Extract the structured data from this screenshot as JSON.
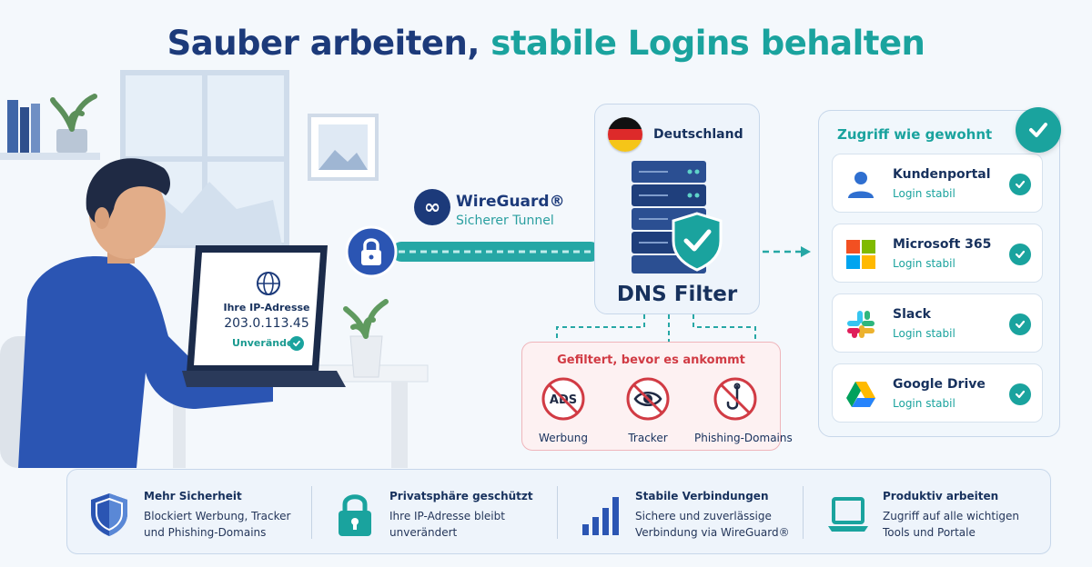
{
  "headline": {
    "part1": "Sauber arbeiten,",
    "part2": "stabile Logins behalten"
  },
  "laptop_screen": {
    "label": "Ihre IP-Adresse",
    "ip": "203.0.113.45",
    "status": "Unverändert"
  },
  "tunnel": {
    "brand": "WireGuard®",
    "subtitle": "Sicherer Tunnel"
  },
  "dns": {
    "country": "Deutschland",
    "title": "DNS Filter"
  },
  "filter": {
    "title": "Gefiltert, bevor es ankommt",
    "ads_text": "ADS",
    "items": [
      {
        "label": "Werbung",
        "icon": "ads-blocked-icon"
      },
      {
        "label": "Tracker",
        "icon": "tracker-blocked-icon"
      },
      {
        "label": "Phishing-Domains",
        "icon": "phishing-blocked-icon"
      }
    ]
  },
  "access": {
    "title": "Zugriff wie gewohnt",
    "apps": [
      {
        "name": "Kundenportal",
        "status": "Login stabil",
        "icon": "user-icon"
      },
      {
        "name": "Microsoft 365",
        "status": "Login stabil",
        "icon": "microsoft-icon"
      },
      {
        "name": "Slack",
        "status": "Login stabil",
        "icon": "slack-icon"
      },
      {
        "name": "Google Drive",
        "status": "Login stabil",
        "icon": "google-drive-icon"
      }
    ]
  },
  "features": [
    {
      "title": "Mehr Sicherheit",
      "text": "Blockiert Werbung, Tracker und Phishing-Domains",
      "icon": "shield-icon"
    },
    {
      "title": "Privatsphäre geschützt",
      "text": "Ihre IP-Adresse bleibt unverändert",
      "icon": "lock-icon"
    },
    {
      "title": "Stabile Verbindungen",
      "text": "Sichere und zuverlässige Verbindung via WireGuard®",
      "icon": "signal-bars-icon"
    },
    {
      "title": "Produktiv arbeiten",
      "text": "Zugriff auf alle wichtigen Tools und Portale",
      "icon": "laptop-icon"
    }
  ],
  "colors": {
    "navy": "#1c3a7a",
    "teal": "#1aa39e",
    "red": "#d13b44",
    "background": "#f4f8fc"
  }
}
